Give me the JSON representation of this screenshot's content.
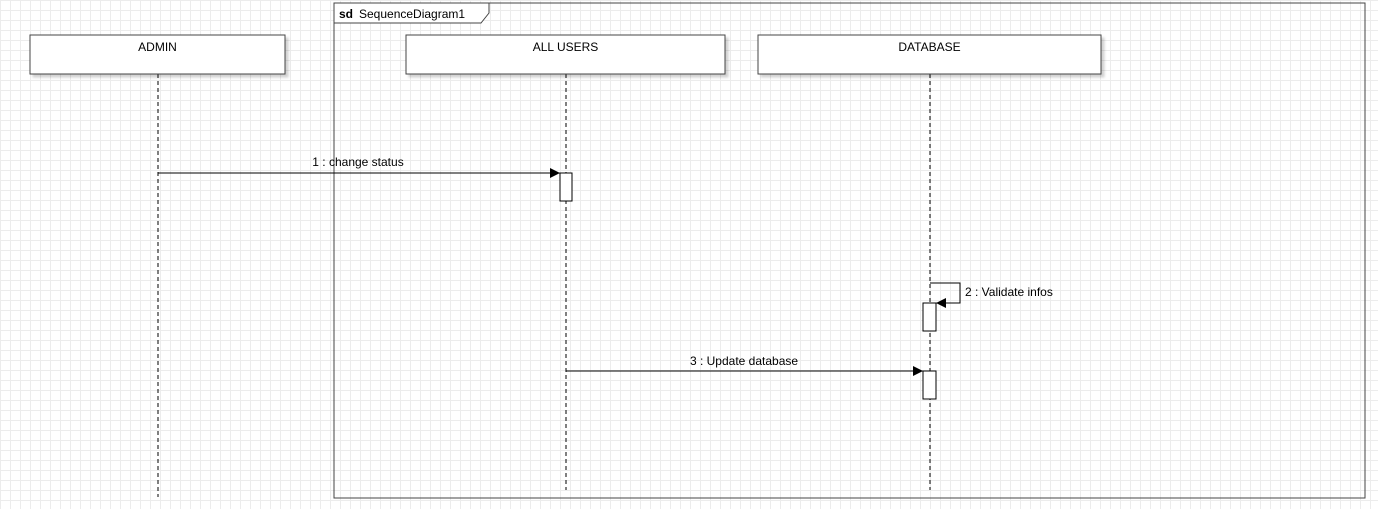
{
  "frame": {
    "keyword": "sd",
    "name": "SequenceDiagram1"
  },
  "lifelines": {
    "admin": {
      "label": "ADMIN"
    },
    "all_users": {
      "label": "ALL USERS"
    },
    "database": {
      "label": "DATABASE"
    }
  },
  "messages": {
    "m1": {
      "label": "1 : change status"
    },
    "m2": {
      "label": "2 : Validate infos"
    },
    "m3": {
      "label": "3 : Update database"
    }
  }
}
